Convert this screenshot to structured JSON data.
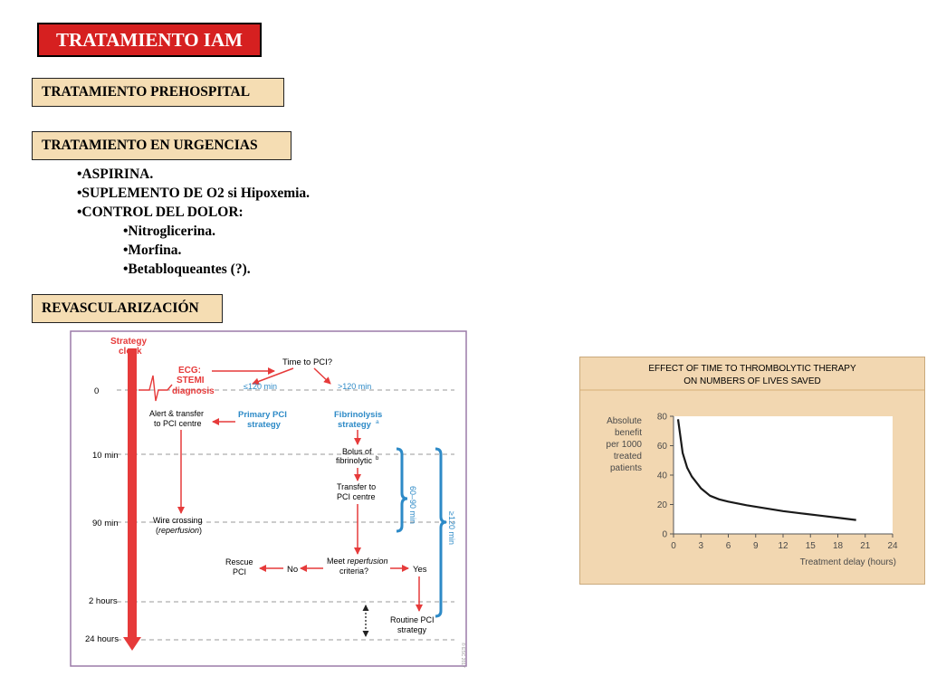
{
  "slide": {
    "title": "TRATAMIENTO IAM",
    "sections": {
      "prehospital": "TRATAMIENTO PREHOSPITAL",
      "urgencias": "TRATAMIENTO EN URGENCIAS",
      "revasc": "REVASCULARIZACIÓN"
    },
    "bullets": [
      {
        "text": "•ASPIRINA.",
        "level": 1
      },
      {
        "text": "•SUPLEMENTO DE O2  si Hipoxemia.",
        "level": 1
      },
      {
        "text": "•CONTROL DEL DOLOR:",
        "level": 1
      },
      {
        "text": "•Nitroglicerina.",
        "level": 2
      },
      {
        "text": "•Morfina.",
        "level": 2
      },
      {
        "text": "•Betabloqueantes (?).",
        "level": 2
      }
    ]
  },
  "flowchart": {
    "clock_title": "Strategy clock",
    "clock_title_l1": "Strategy",
    "clock_title_l2": "clock",
    "times": [
      "0",
      "10 min",
      "90 min",
      "2 hours",
      "24 hours"
    ],
    "ecg_l1": "ECG:",
    "ecg_l2": "STEMI",
    "ecg_l3": "diagnosis",
    "time_to_pci": "Time to PCI?",
    "le120": "≤120 min",
    "gt120": ">120 min",
    "alert_l1": "Alert & transfer",
    "alert_l2": "to PCI centre",
    "primary_l1": "Primary PCI",
    "primary_l2": "strategy",
    "fibrino_l1": "Fibrinolysis",
    "fibrino_l2": "strategy",
    "fibrino_sup": "a",
    "bolus_l1": "Bolus of",
    "bolus_l2": "fibrinolytic",
    "bolus_sup": "b",
    "transfer_l1": "Transfer to",
    "transfer_l2": "PCI centre",
    "wire_l1": "Wire crossing",
    "wire_l2a": "(",
    "wire_l2b": "reperfusion",
    "wire_l2c": ")",
    "meet_l1a": "Meet ",
    "meet_l1b": "reperfusion",
    "meet_l2": "criteria?",
    "no": "No",
    "yes": "Yes",
    "rescue_l1": "Rescue",
    "rescue_l2": "PCI",
    "routine_l1": "Routine PCI",
    "routine_l2": "strategy",
    "brace1": "60–90 min",
    "brace2": "≥120 min",
    "credit": "© ESC 2017",
    "colors": {
      "red": "#e63a3a",
      "blue": "#2d8ac7",
      "border": "#9b7aa8"
    }
  },
  "chart_title": {
    "line1": "EFFECT OF TIME TO THROMBOLYTIC THERAPY",
    "line2": "ON NUMBERS OF LIVES SAVED"
  },
  "chart_data": {
    "type": "line",
    "title": "EFFECT OF TIME TO THROMBOLYTIC THERAPY ON NUMBERS OF LIVES SAVED",
    "ylabel": "Absolute benefit per 1000 treated patients",
    "ylabel_lines": [
      "Absolute",
      "benefit",
      "per 1000",
      "treated",
      "patients"
    ],
    "xlabel": "Treatment delay (hours)",
    "xlim": [
      0,
      24
    ],
    "ylim": [
      0,
      80
    ],
    "xticks": [
      0,
      3,
      6,
      9,
      12,
      15,
      18,
      21,
      24
    ],
    "yticks": [
      0,
      20,
      40,
      60,
      80
    ],
    "grid": false,
    "series": [
      {
        "x": [
          0.5,
          1,
          1.5,
          2,
          3,
          4,
          5,
          6,
          8,
          10,
          12,
          14,
          16,
          18,
          20
        ],
        "values": [
          78,
          55,
          45,
          39,
          31,
          26,
          23.5,
          22,
          19.5,
          17.5,
          15.5,
          14,
          12.5,
          11,
          9.5
        ]
      }
    ],
    "colors": {
      "panel": "#f2d7b1",
      "plot_bg": "#ffffff",
      "line": "#1a1a1a"
    }
  }
}
